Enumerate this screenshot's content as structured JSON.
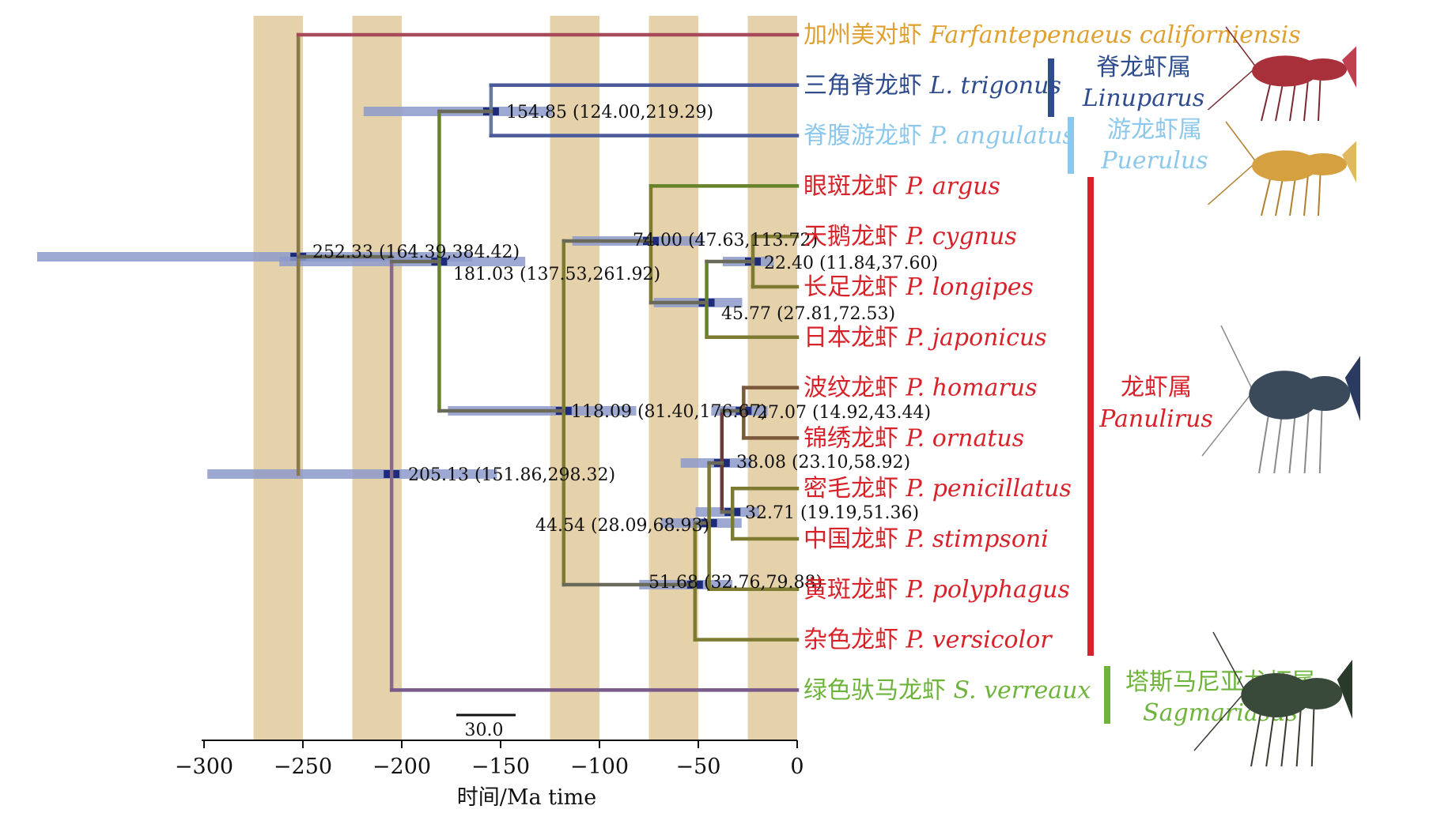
{
  "chart_data": {
    "type": "phylogenetic-timetree",
    "xlabel": "时间/Ma time",
    "xlim": [
      -300,
      0
    ],
    "ticks": [
      -300,
      -250,
      -200,
      -150,
      -100,
      -50,
      0
    ],
    "tick_labels": [
      "−300",
      "−250",
      "−200",
      "−150",
      "−100",
      "−50",
      "0"
    ],
    "scale_bar": "30.0",
    "time_bands": [
      [
        -275,
        -250
      ],
      [
        -225,
        -200
      ],
      [
        -125,
        -100
      ],
      [
        -75,
        -50
      ],
      [
        -25,
        0
      ]
    ],
    "taxa": [
      {
        "cn": "加州美对虾",
        "sp": "Farfantepenaeus californiensis",
        "color": "#E0A030"
      },
      {
        "cn": "三角脊龙虾",
        "sp": "L. trigonus",
        "color": "#2E4C8E"
      },
      {
        "cn": "脊腹游龙虾",
        "sp": "P. angulatus",
        "color": "#8CC8EC"
      },
      {
        "cn": "眼斑龙虾",
        "sp": "P. argus",
        "color": "#D8222A"
      },
      {
        "cn": "天鹅龙虾",
        "sp": "P. cygnus",
        "color": "#D8222A"
      },
      {
        "cn": "长足龙虾",
        "sp": "P. longipes",
        "color": "#D8222A"
      },
      {
        "cn": "日本龙虾",
        "sp": "P. japonicus",
        "color": "#D8222A"
      },
      {
        "cn": "波纹龙虾",
        "sp": "P. homarus",
        "color": "#D8222A"
      },
      {
        "cn": "锦绣龙虾",
        "sp": "P. ornatus",
        "color": "#D8222A"
      },
      {
        "cn": "密毛龙虾",
        "sp": "P. penicillatus",
        "color": "#D8222A"
      },
      {
        "cn": "中国龙虾",
        "sp": "P. stimpsoni",
        "color": "#D8222A"
      },
      {
        "cn": "黄斑龙虾",
        "sp": "P. polyphagus",
        "color": "#D8222A"
      },
      {
        "cn": "杂色龙虾",
        "sp": "P. versicolor",
        "color": "#D8222A"
      },
      {
        "cn": "绿色驮马龙虾",
        "sp": "S. verreaux",
        "color": "#6EB43A"
      }
    ],
    "nodes": [
      {
        "age": 252.33,
        "ci": [
          164.39,
          384.42
        ],
        "label": "252.33 (164.39,384.42)"
      },
      {
        "age": 205.13,
        "ci": [
          151.86,
          298.32
        ],
        "label": "205.13 (151.86,298.32)"
      },
      {
        "age": 181.03,
        "ci": [
          137.53,
          261.92
        ],
        "label": "181.03 (137.53,261.92)"
      },
      {
        "age": 154.85,
        "ci": [
          124.0,
          219.29
        ],
        "label": "154.85 (124.00,219.29)"
      },
      {
        "age": 118.09,
        "ci": [
          81.4,
          176.67
        ],
        "label": "118.09 (81.40,176.67)"
      },
      {
        "age": 74.0,
        "ci": [
          47.63,
          113.72
        ],
        "label": "74.00 (47.63,113.72)"
      },
      {
        "age": 51.68,
        "ci": [
          32.76,
          79.88
        ],
        "label": "51.68 (32.76,79.88)"
      },
      {
        "age": 45.77,
        "ci": [
          27.81,
          72.53
        ],
        "label": "45.77 (27.81,72.53)"
      },
      {
        "age": 44.54,
        "ci": [
          28.09,
          68.93
        ],
        "label": "44.54 (28.09,68.93)"
      },
      {
        "age": 38.08,
        "ci": [
          23.1,
          58.92
        ],
        "label": "38.08 (23.10,58.92)"
      },
      {
        "age": 32.71,
        "ci": [
          19.19,
          51.36
        ],
        "label": "32.71 (19.19,51.36)"
      },
      {
        "age": 27.07,
        "ci": [
          14.92,
          43.44
        ],
        "label": "27.07 (14.92,43.44)"
      },
      {
        "age": 22.4,
        "ci": [
          11.84,
          37.6
        ],
        "label": "22.40 (11.84,37.60)"
      }
    ],
    "genera": [
      {
        "cn": "脊龙虾属",
        "la": "Linuparus",
        "color": "#2E4C8E"
      },
      {
        "cn": "游龙虾属",
        "la": "Puerulus",
        "color": "#8CC8EC"
      },
      {
        "cn": "龙虾属",
        "la": "Panulirus",
        "color": "#D8222A"
      },
      {
        "cn": "塔斯马尼亚龙虾属",
        "la": "Sagmariasus",
        "color": "#6EB43A"
      }
    ]
  }
}
